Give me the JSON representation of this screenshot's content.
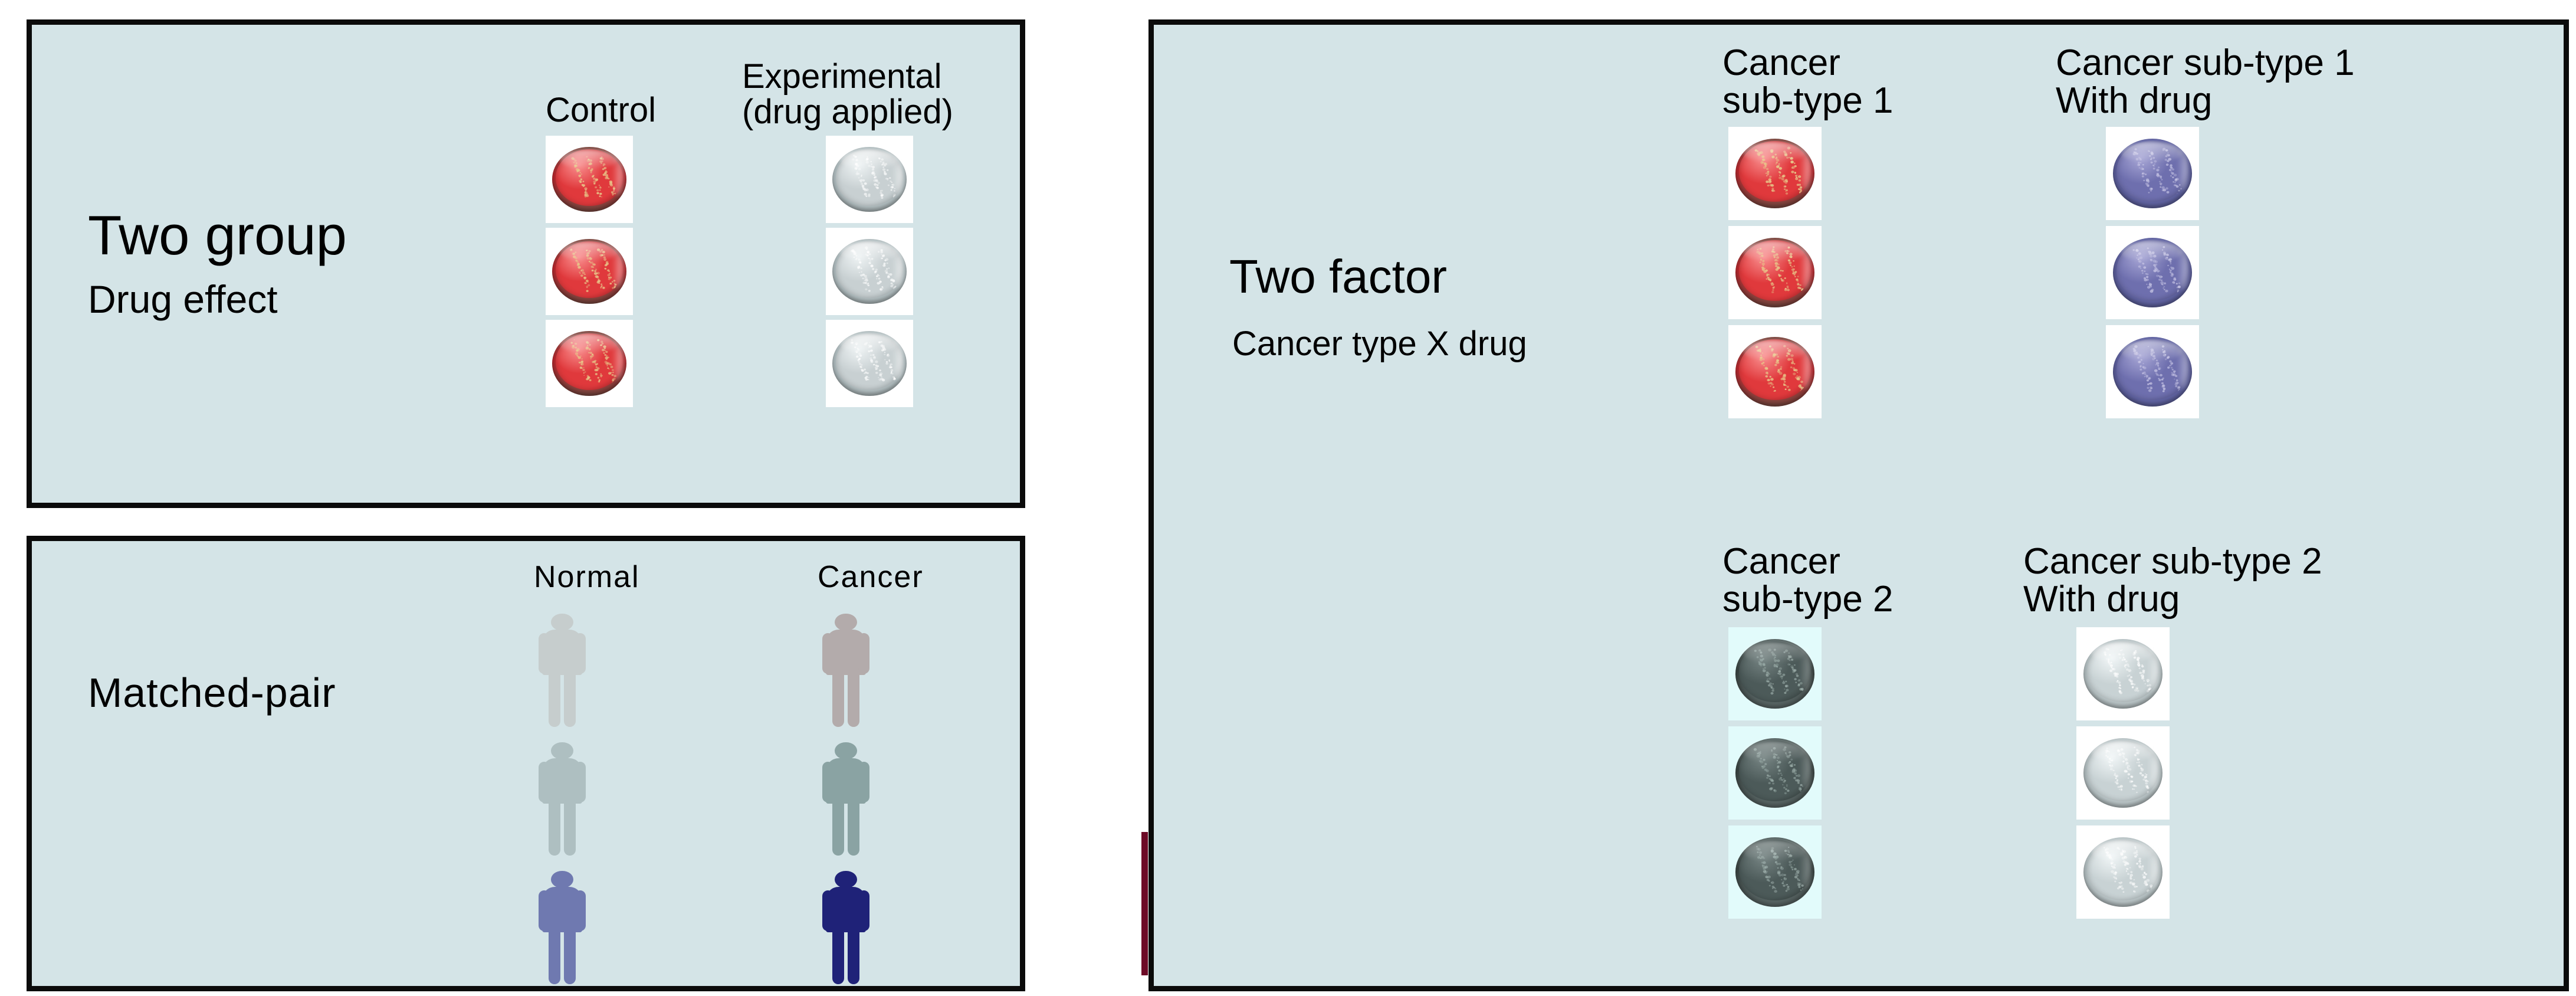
{
  "panels": {
    "two_group": {
      "title": "Two group",
      "subtitle": "Drug effect",
      "columns": [
        {
          "label": "Control",
          "dish_color": "red",
          "count": 3,
          "tile_bg": "#ffffff"
        },
        {
          "label": "Experimental\n(drug applied)",
          "dish_color": "pale-gray",
          "count": 3,
          "tile_bg": "#ffffff"
        }
      ]
    },
    "matched_pair": {
      "title": "Matched-pair",
      "columns": [
        {
          "label": "Normal",
          "people": [
            "#c6cdcd",
            "#aebfc1",
            "#6f79b0"
          ]
        },
        {
          "label": "Cancer",
          "people": [
            "#b3abab",
            "#8aa3a3",
            "#1f2278"
          ]
        }
      ]
    },
    "two_factor": {
      "title": "Two factor",
      "subtitle": "Cancer type X drug",
      "columns": [
        {
          "label": "Cancer\nsub-type 1",
          "dish_color": "red",
          "count": 3,
          "tile_bg": "#ffffff"
        },
        {
          "label": "Cancer sub-type 1\nWith drug",
          "dish_color": "purple",
          "count": 3,
          "tile_bg": "#ffffff"
        },
        {
          "label": "Cancer\nsub-type 2",
          "dish_color": "dark-slate",
          "count": 3,
          "tile_bg": "#e2fbfb"
        },
        {
          "label": "Cancer sub-type 2\nWith drug",
          "dish_color": "light-gray",
          "count": 3,
          "tile_bg": "#ffffff"
        }
      ]
    }
  },
  "colors": {
    "panel_background": "#d4e4e7",
    "panel_border": "#0b0b0b",
    "text": "#000000",
    "dish_red": "#e0393c",
    "dish_pale_gray": "#c6ced0",
    "dish_purple": "#6e6fae",
    "dish_dark_slate": "#4c5a59",
    "dish_light_gray": "#c8d2d4",
    "artifact_maroon": "#6d0a26"
  },
  "icons": {
    "petri_dish": "petri-dish-icon",
    "person": "person-icon"
  }
}
